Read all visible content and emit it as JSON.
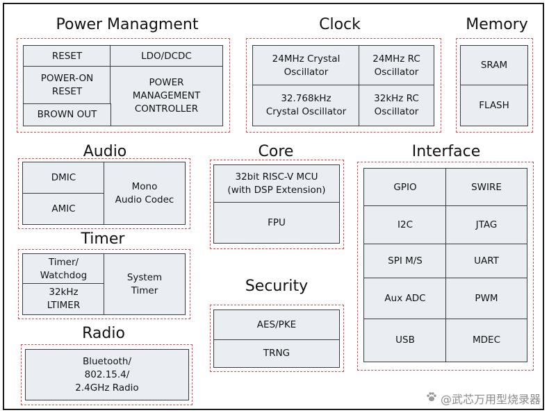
{
  "power": {
    "title": "Power Managment",
    "reset": "RESET",
    "ldo": "LDO/DCDC",
    "power_on_reset": "POWER-ON\nRESET",
    "pmc": "POWER\nMANAGEMENT\nCONTROLLER",
    "brown_out": "BROWN OUT"
  },
  "clock": {
    "title": "Clock",
    "crystal_24": "24MHz Crystal\nOscillator",
    "rc_24": "24MHz RC\nOscillator",
    "crystal_32k": "32.768kHz\nCrystal Oscillator",
    "rc_32k": "32kHz RC\nOscillator"
  },
  "memory": {
    "title": "Memory",
    "sram": "SRAM",
    "flash": "FLASH"
  },
  "audio": {
    "title": "Audio",
    "dmic": "DMIC",
    "amic": "AMIC",
    "codec": "Mono\nAudio Codec"
  },
  "core": {
    "title": "Core",
    "mcu": "32bit RISC-V MCU\n(with DSP Extension)",
    "fpu": "FPU"
  },
  "interface": {
    "title": "Interface",
    "gpio": "GPIO",
    "swire": "SWIRE",
    "i2c": "I2C",
    "jtag": "JTAG",
    "spi": "SPI M/S",
    "uart": "UART",
    "aux_adc": "Aux ADC",
    "pwm": "PWM",
    "usb": "USB",
    "mdec": "MDEC"
  },
  "timer": {
    "title": "Timer",
    "watchdog": "Timer/\nWatchdog",
    "ltimer": "32kHz\nLTIMER",
    "system": "System\nTimer"
  },
  "security": {
    "title": "Security",
    "aes": "AES/PKE",
    "trng": "TRNG"
  },
  "radio": {
    "title": "Radio",
    "bt": "Bluetooth/\n802.15.4/\n2.4GHz Radio"
  },
  "watermark": {
    "text": "@武芯万用型烧录器",
    "icon": "paw-icon"
  },
  "colors": {
    "dash": "#e0474c",
    "cell_fill": "#eaeef3",
    "cell_border": "#3a3a3a"
  }
}
